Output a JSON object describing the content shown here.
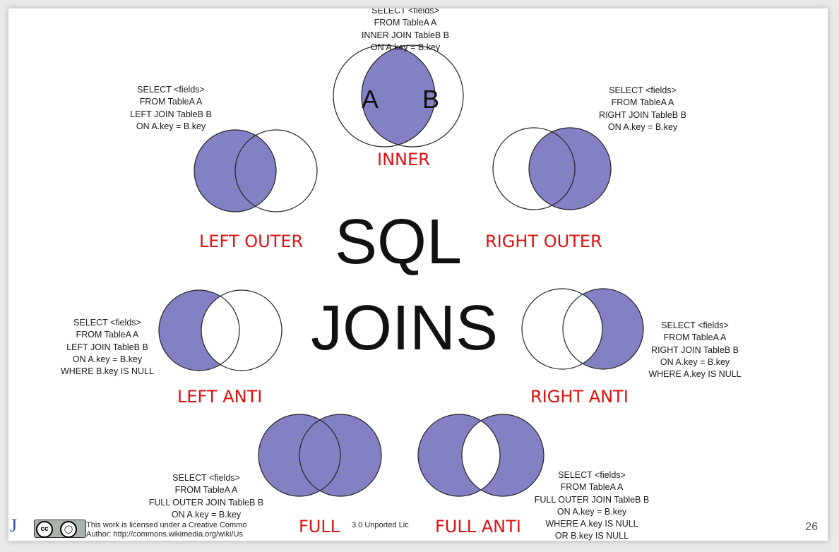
{
  "title_line1": "SQL",
  "title_line2": "JOINS",
  "page_number": "26",
  "venn_letters": {
    "a": "A",
    "b": "B"
  },
  "joins": {
    "inner": {
      "label": "INNER",
      "sql": [
        "SELECT <fields>",
        "FROM TableA  A",
        "INNER JOIN TableB  B",
        "ON A.key = B.key"
      ]
    },
    "left_outer": {
      "label": "LEFT OUTER",
      "sql": [
        "SELECT <fields>",
        "FROM TableA  A",
        "LEFT JOIN TableB  B",
        "ON A.key = B.key"
      ]
    },
    "right_outer": {
      "label": "RIGHT OUTER",
      "sql": [
        "SELECT <fields>",
        "FROM TableA  A",
        "RIGHT JOIN TableB  B",
        "ON A.key = B.key"
      ]
    },
    "left_anti": {
      "label": "LEFT ANTI",
      "sql": [
        "SELECT <fields>",
        "FROM TableA  A",
        "LEFT JOIN TableB  B",
        "ON A.key = B.key",
        "WHERE B.key IS NULL"
      ]
    },
    "right_anti": {
      "label": "RIGHT ANTI",
      "sql": [
        "SELECT <fields>",
        "FROM TableA  A",
        "RIGHT JOIN TableB  B",
        "ON A.key = B.key",
        "WHERE A.key IS NULL"
      ]
    },
    "full": {
      "label": "FULL",
      "sql": [
        "SELECT <fields>",
        "FROM TableA  A",
        "FULL OUTER JOIN TableB  B",
        "ON A.key = B.key"
      ]
    },
    "full_anti": {
      "label": "FULL ANTI",
      "sql": [
        "SELECT <fields>",
        "FROM TableA  A",
        "FULL OUTER JOIN TableB  B",
        "ON A.key = B.key",
        "WHERE A.key IS NULL",
        "OR B.key IS NULL"
      ]
    }
  },
  "license": {
    "line1": "This work is licensed under a Creative Commo",
    "line2": "Author: http://commons.wikimedia.org/wiki/Us",
    "fragment": "3.0 Unported Lic"
  },
  "colors": {
    "fill": "#8380c4",
    "label": "#e01010",
    "stroke": "#222222"
  }
}
